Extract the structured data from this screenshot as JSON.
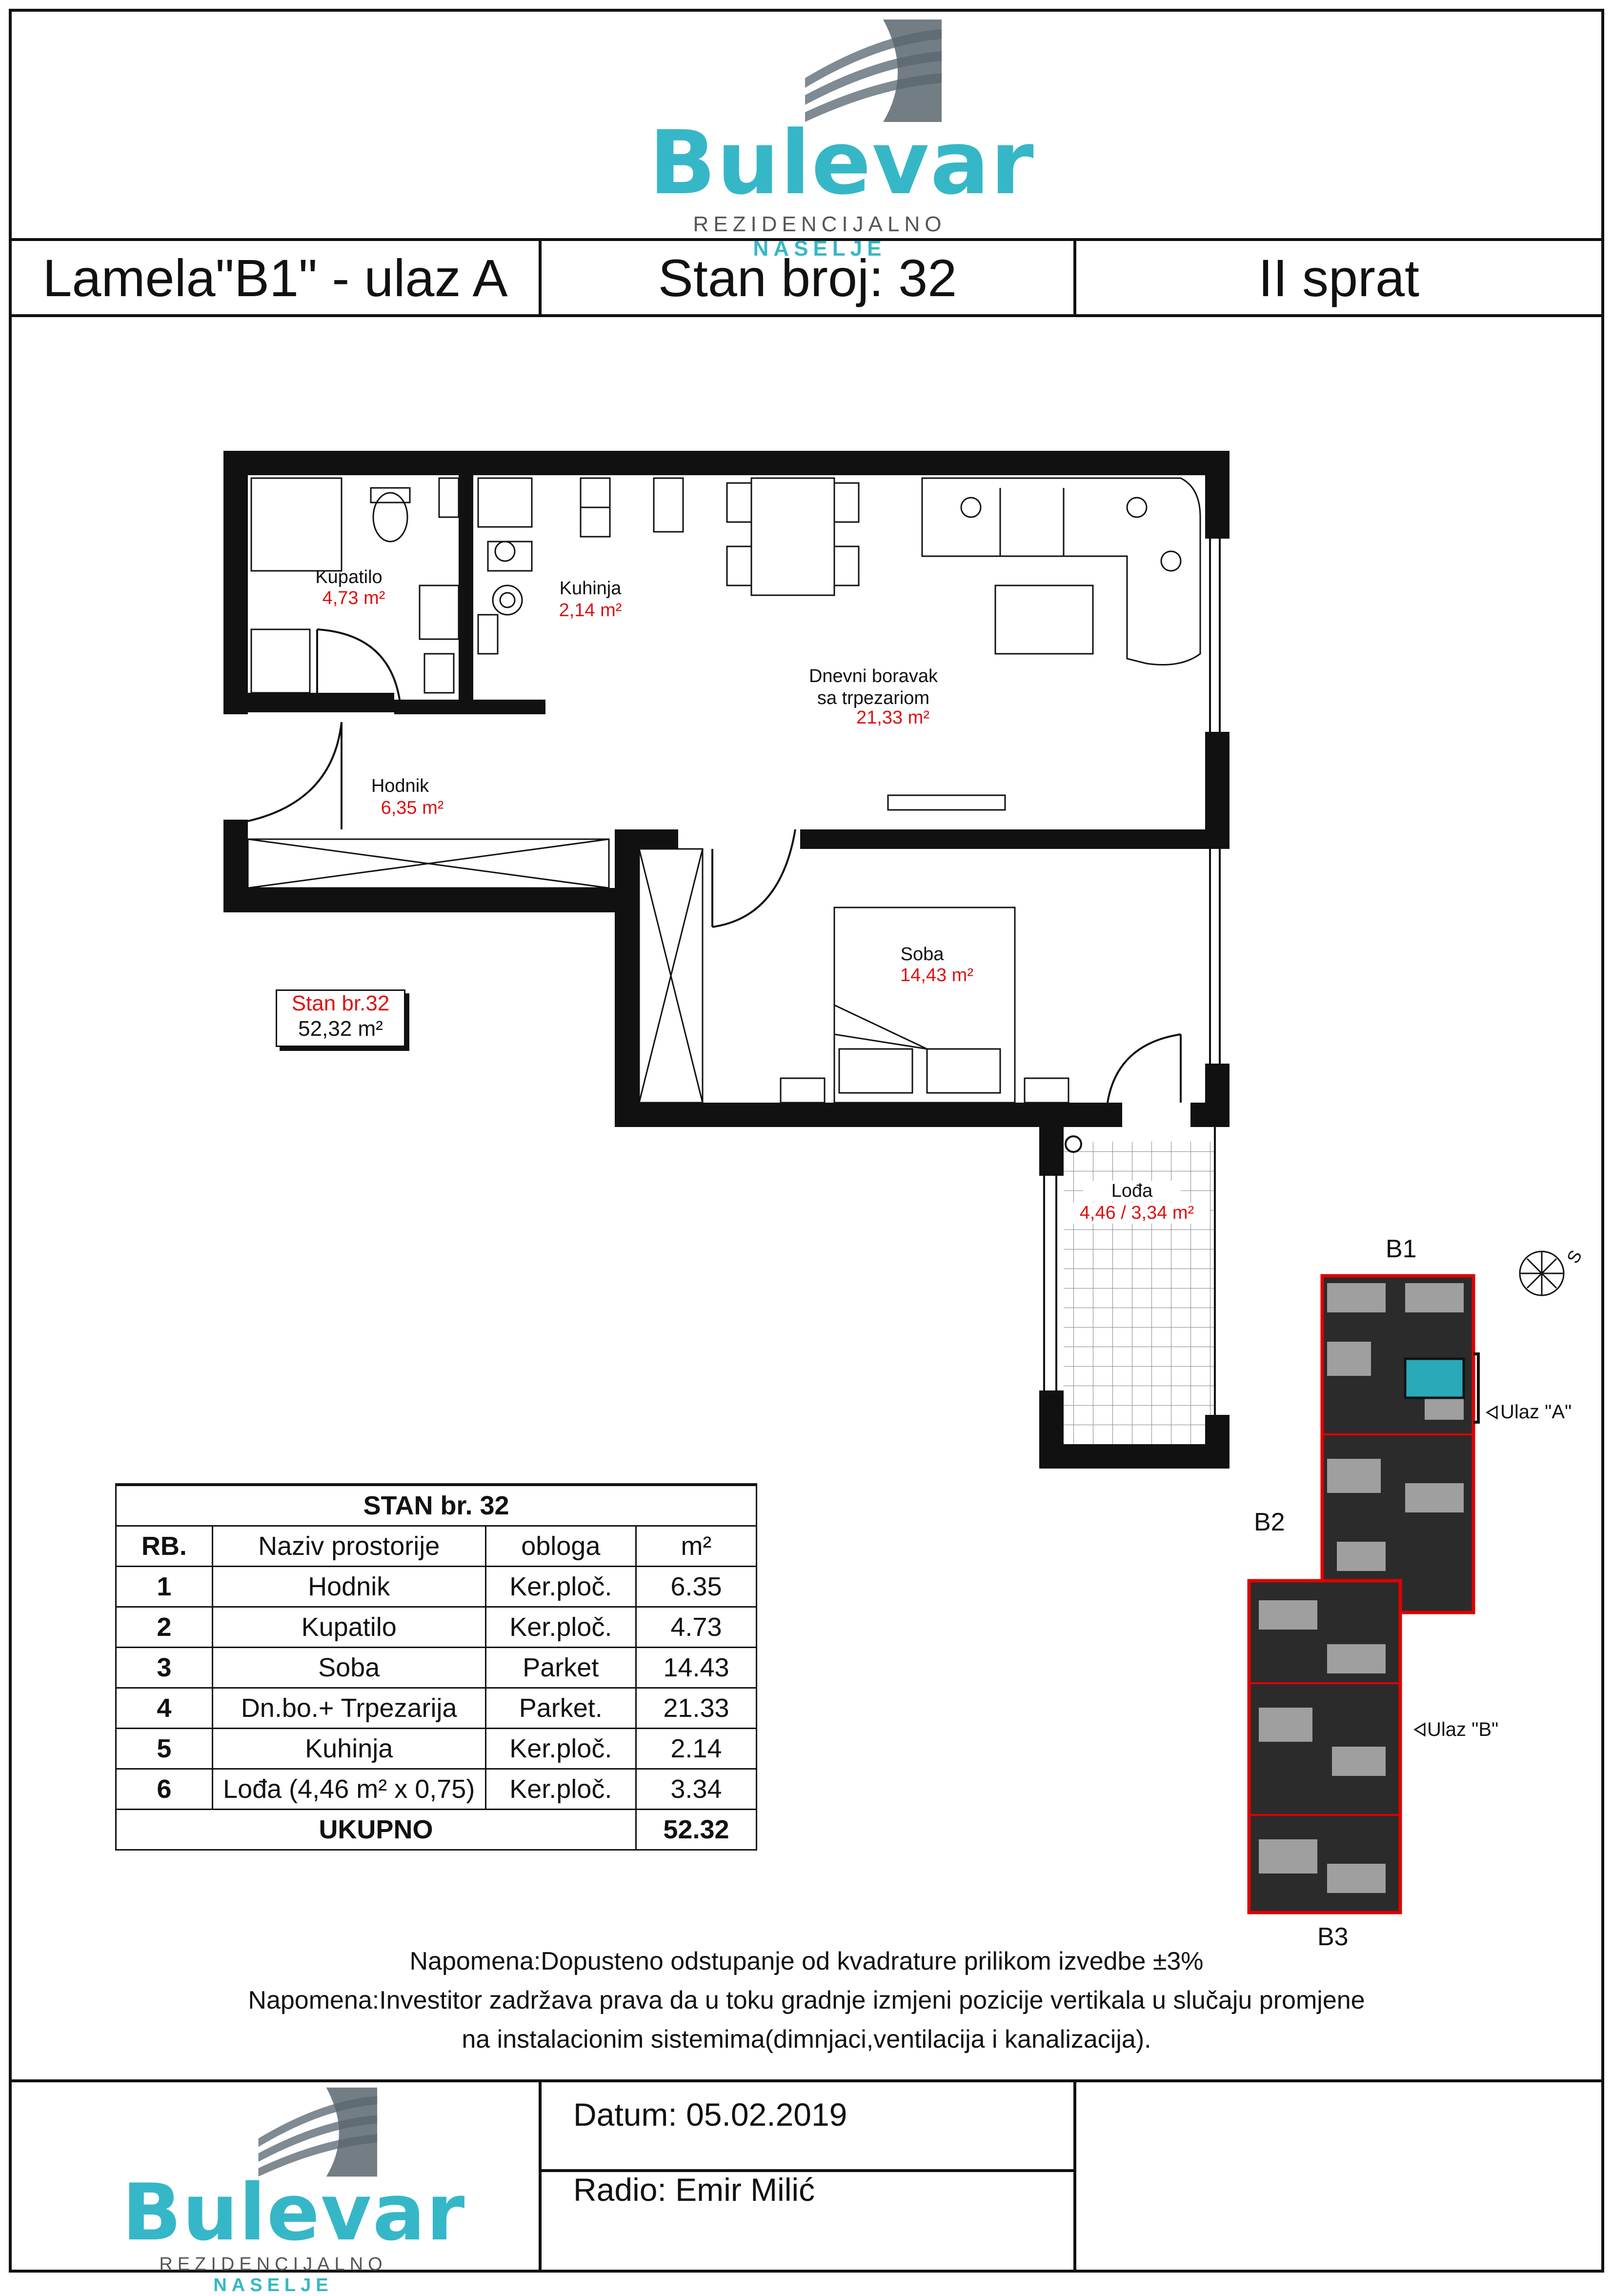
{
  "logo": {
    "word": "Bulevar",
    "sub_left": "REZIDENCIJALNO",
    "sub_right": "NASELJE"
  },
  "header": {
    "lamela": "Lamela\"B1\" - ulaz A",
    "stan": "Stan broj: 32",
    "sprat": "II  sprat"
  },
  "rooms": {
    "kupatilo": {
      "name": "Kupatilo",
      "area": "4,73 m²"
    },
    "kuhinja": {
      "name": "Kuhinja",
      "area": "2,14 m²"
    },
    "dnevni": {
      "name1": "Dnevni boravak",
      "name2": "sa trpezariom",
      "area": "21,33 m²"
    },
    "hodnik": {
      "name": "Hodnik",
      "area": "6,35 m²"
    },
    "soba": {
      "name": "Soba",
      "area": "14,43 m²"
    },
    "loda": {
      "name": "Lođa",
      "area": "4,46 / 3,34 m²"
    }
  },
  "apartment_label": {
    "name": "Stan br.32",
    "area": "52,32 m²"
  },
  "keyplan": {
    "b1": "B1",
    "b2": "B2",
    "b3": "B3",
    "entrance_a": "Ulaz \"A\"",
    "entrance_b": "Ulaz \"B\"",
    "north": "S"
  },
  "table": {
    "title": "STAN br. 32",
    "headers": [
      "RB.",
      "Naziv prostorije",
      "obloga",
      "m²"
    ],
    "rows": [
      [
        "1",
        "Hodnik",
        "Ker.ploč.",
        "6.35"
      ],
      [
        "2",
        "Kupatilo",
        "Ker.ploč.",
        "4.73"
      ],
      [
        "3",
        "Soba",
        "Parket",
        "14.43"
      ],
      [
        "4",
        "Dn.bo.+ Trpezarija",
        "Parket.",
        "21.33"
      ],
      [
        "5",
        "Kuhinja",
        "Ker.ploč.",
        "2.14"
      ],
      [
        "6",
        "Lođa (4,46 m² x  0,75)",
        "Ker.ploč.",
        "3.34"
      ]
    ],
    "total_label": "UKUPNO",
    "total_value": "52.32"
  },
  "notes": [
    "Napomena:Dopusteno odstupanje od kvadrature prilikom izvedbe ±3%",
    "Napomena:Investitor zadržava prava da u toku gradnje izmjeni pozicije vertikala u slučaju promjene",
    "na instalacionim sistemima(dimnjaci,ventilacija i kanalizacija)."
  ],
  "footer": {
    "datum": "Datum: 05.02.2019",
    "radio": "Radio: Emir Milić"
  },
  "colors": {
    "brand": "#36b7c7",
    "area_red": "#d11111",
    "keyplan_red": "#e00000",
    "highlight": "#2aa9b8"
  }
}
